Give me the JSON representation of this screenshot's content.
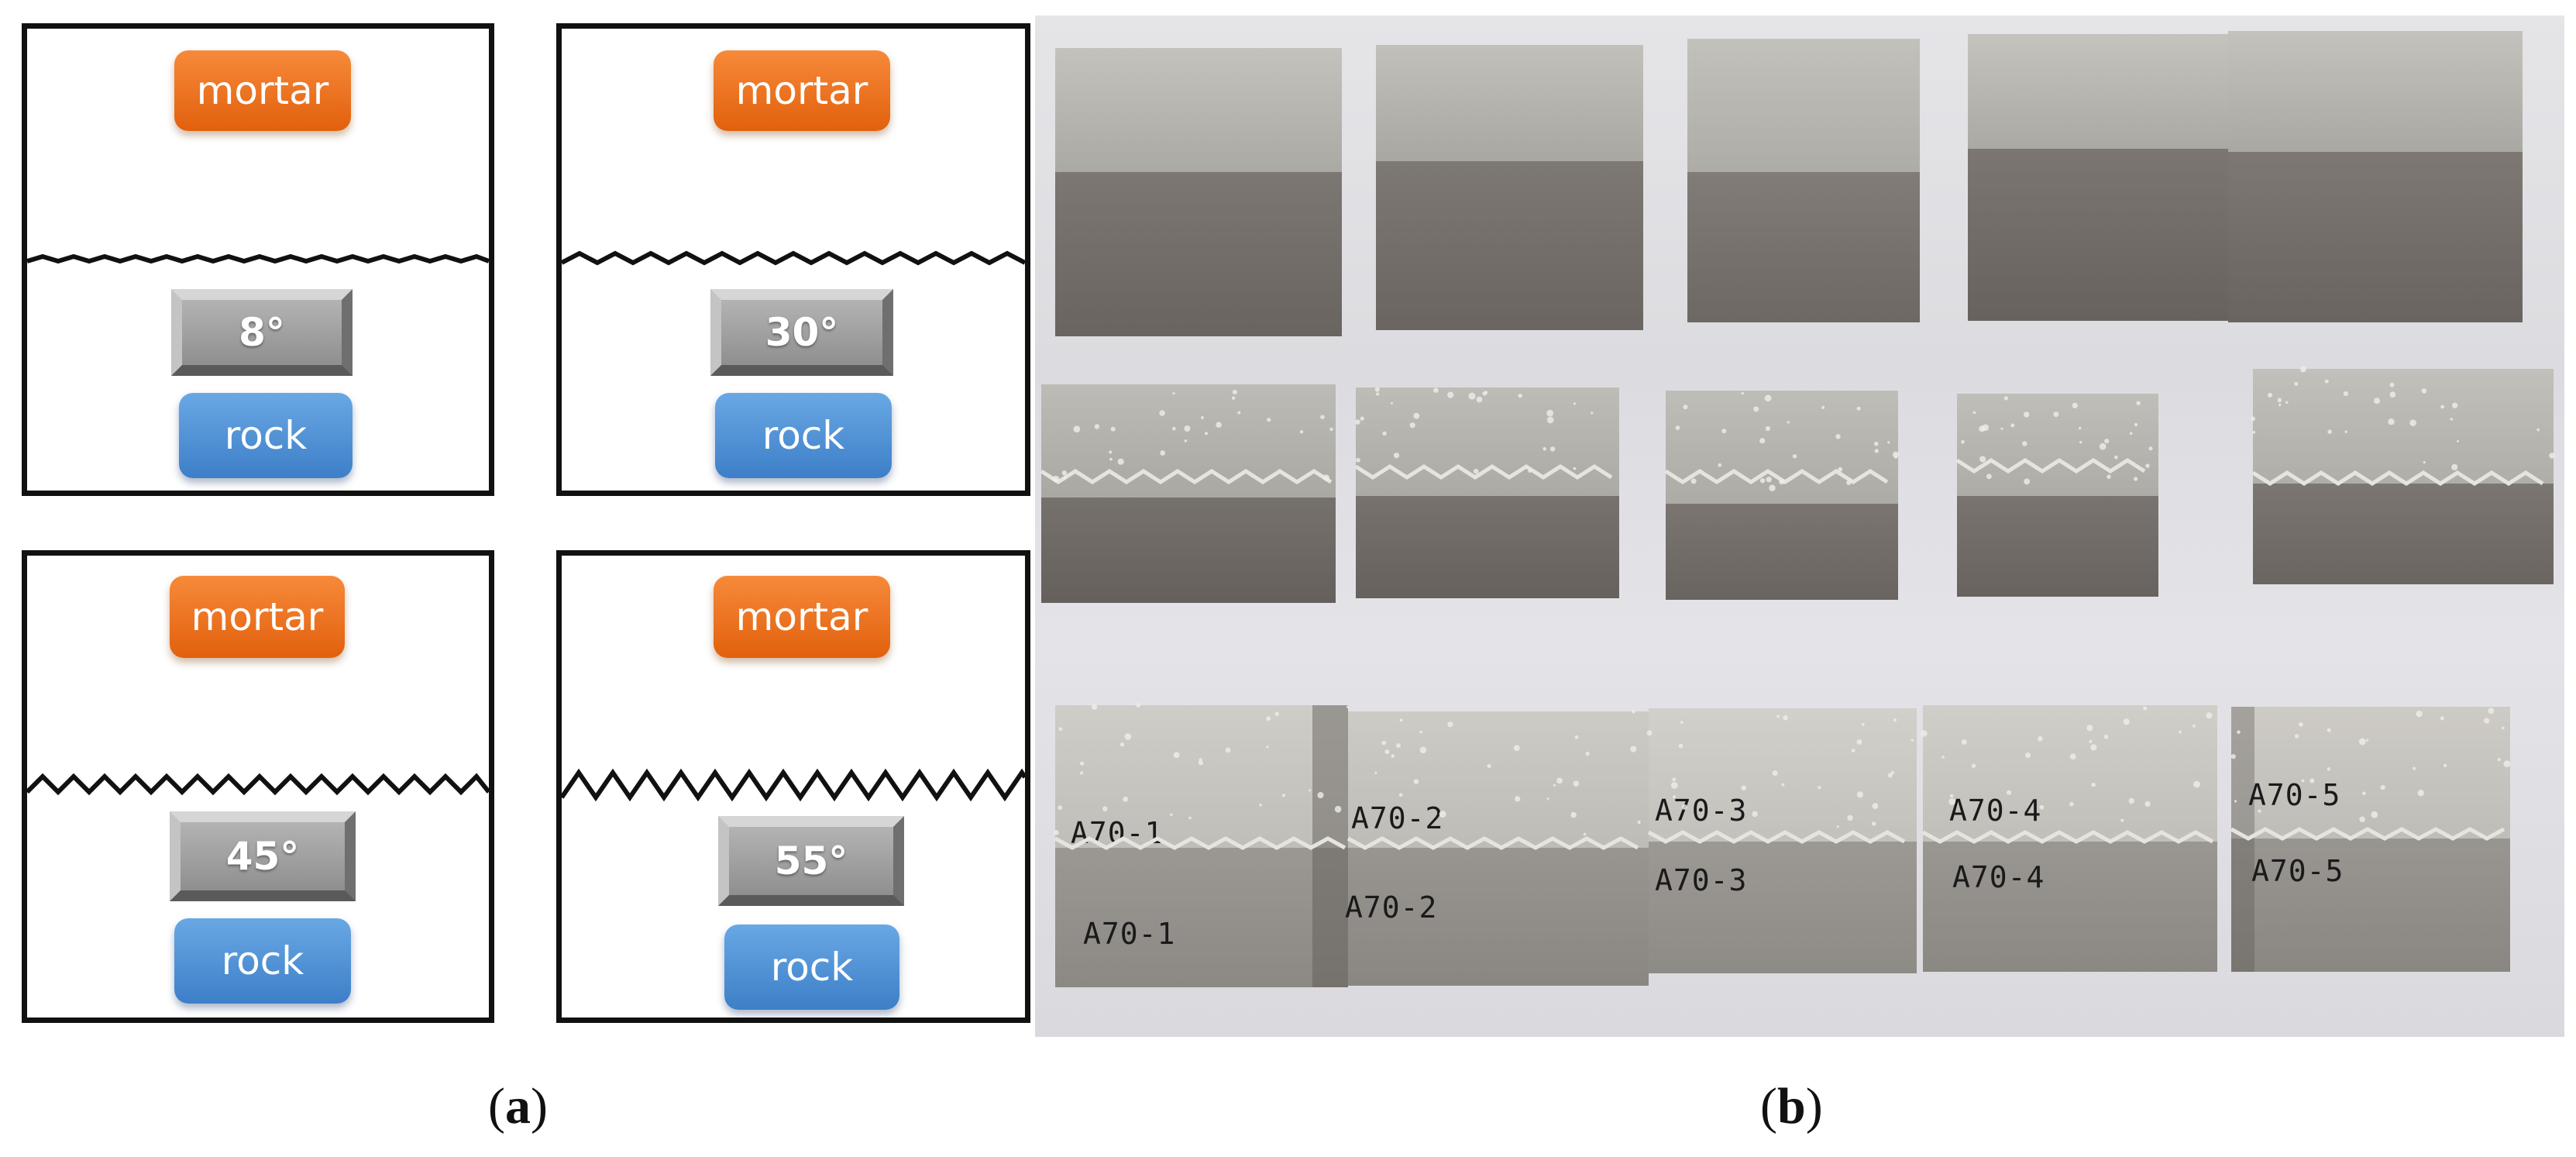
{
  "panel_a": {
    "boxes": [
      {
        "angle": "8°"
      },
      {
        "angle": "30°"
      },
      {
        "angle": "45°"
      },
      {
        "angle": "55°"
      }
    ],
    "mortar_label": "mortar",
    "rock_label": "rock",
    "caption": "a"
  },
  "panel_b": {
    "caption": "b",
    "labels": {
      "s1_top": "A70-1",
      "s1_bot": "A70-1",
      "s2_top": "A70-2",
      "s2_bot": "A70-2",
      "s3_top": "A70-3",
      "s3_bot": "A70-3",
      "s4_top": "A70-4",
      "s4_bot": "A70-4",
      "s5_top": "A70-5",
      "s5_bot": "A70-5"
    }
  },
  "colors": {
    "mortar": "#ef7424",
    "rock": "#4f92d6",
    "angle_tag": "#a0a0a0",
    "mortar_photo": "#b9b7b1",
    "rock_photo": "#7d7874"
  }
}
